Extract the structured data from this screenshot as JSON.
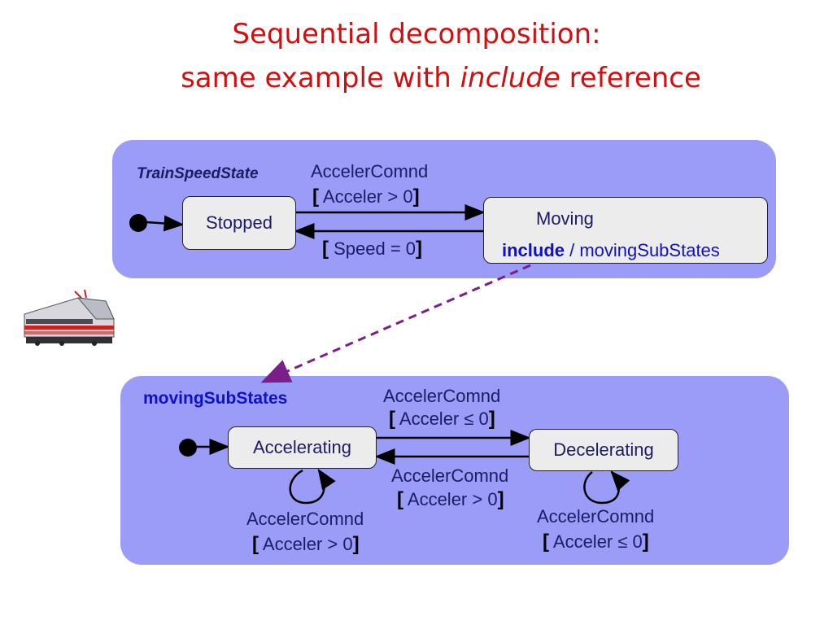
{
  "title": {
    "line1": "Sequential decomposition:",
    "line2_prefix": "same example with ",
    "line2_italic": "include",
    "line2_suffix": " reference"
  },
  "top_machine": {
    "name": "TrainSpeedState",
    "state_stopped": "Stopped",
    "state_moving": "Moving",
    "include_keyword": "include",
    "include_ref": " / movingSubStates",
    "transition_to_moving": {
      "event": "AccelerComnd",
      "guard_open": "[",
      "guard": " Acceler > 0",
      "guard_close": "]"
    },
    "transition_to_stopped": {
      "guard_open": "[",
      "guard": " Speed = 0",
      "guard_close": "]"
    }
  },
  "sub_machine": {
    "name": "movingSubStates",
    "state_accelerating": "Accelerating",
    "state_decelerating": "Decelerating",
    "transition_to_decel": {
      "event": "AccelerComnd",
      "guard_open": "[",
      "guard": " Acceler ≤ 0",
      "guard_close": "]"
    },
    "transition_to_accel": {
      "event": "AccelerComnd",
      "guard_open": "[",
      "guard": " Acceler > 0",
      "guard_close": "]"
    },
    "self_accel": {
      "event": "AccelerComnd",
      "guard_open": "[",
      "guard": " Acceler > 0",
      "guard_close": "]"
    },
    "self_decel": {
      "event": "AccelerComnd",
      "guard_open": "[",
      "guard": " Acceler ≤ 0",
      "guard_close": "]"
    }
  },
  "colors": {
    "title": "#d01010",
    "panel": "#9b9cf7",
    "state_fill": "#ececec",
    "include_arrow": "#7a1f8a",
    "keyword_blue": "#1010c8"
  },
  "icons": {
    "train": "train-icon"
  }
}
